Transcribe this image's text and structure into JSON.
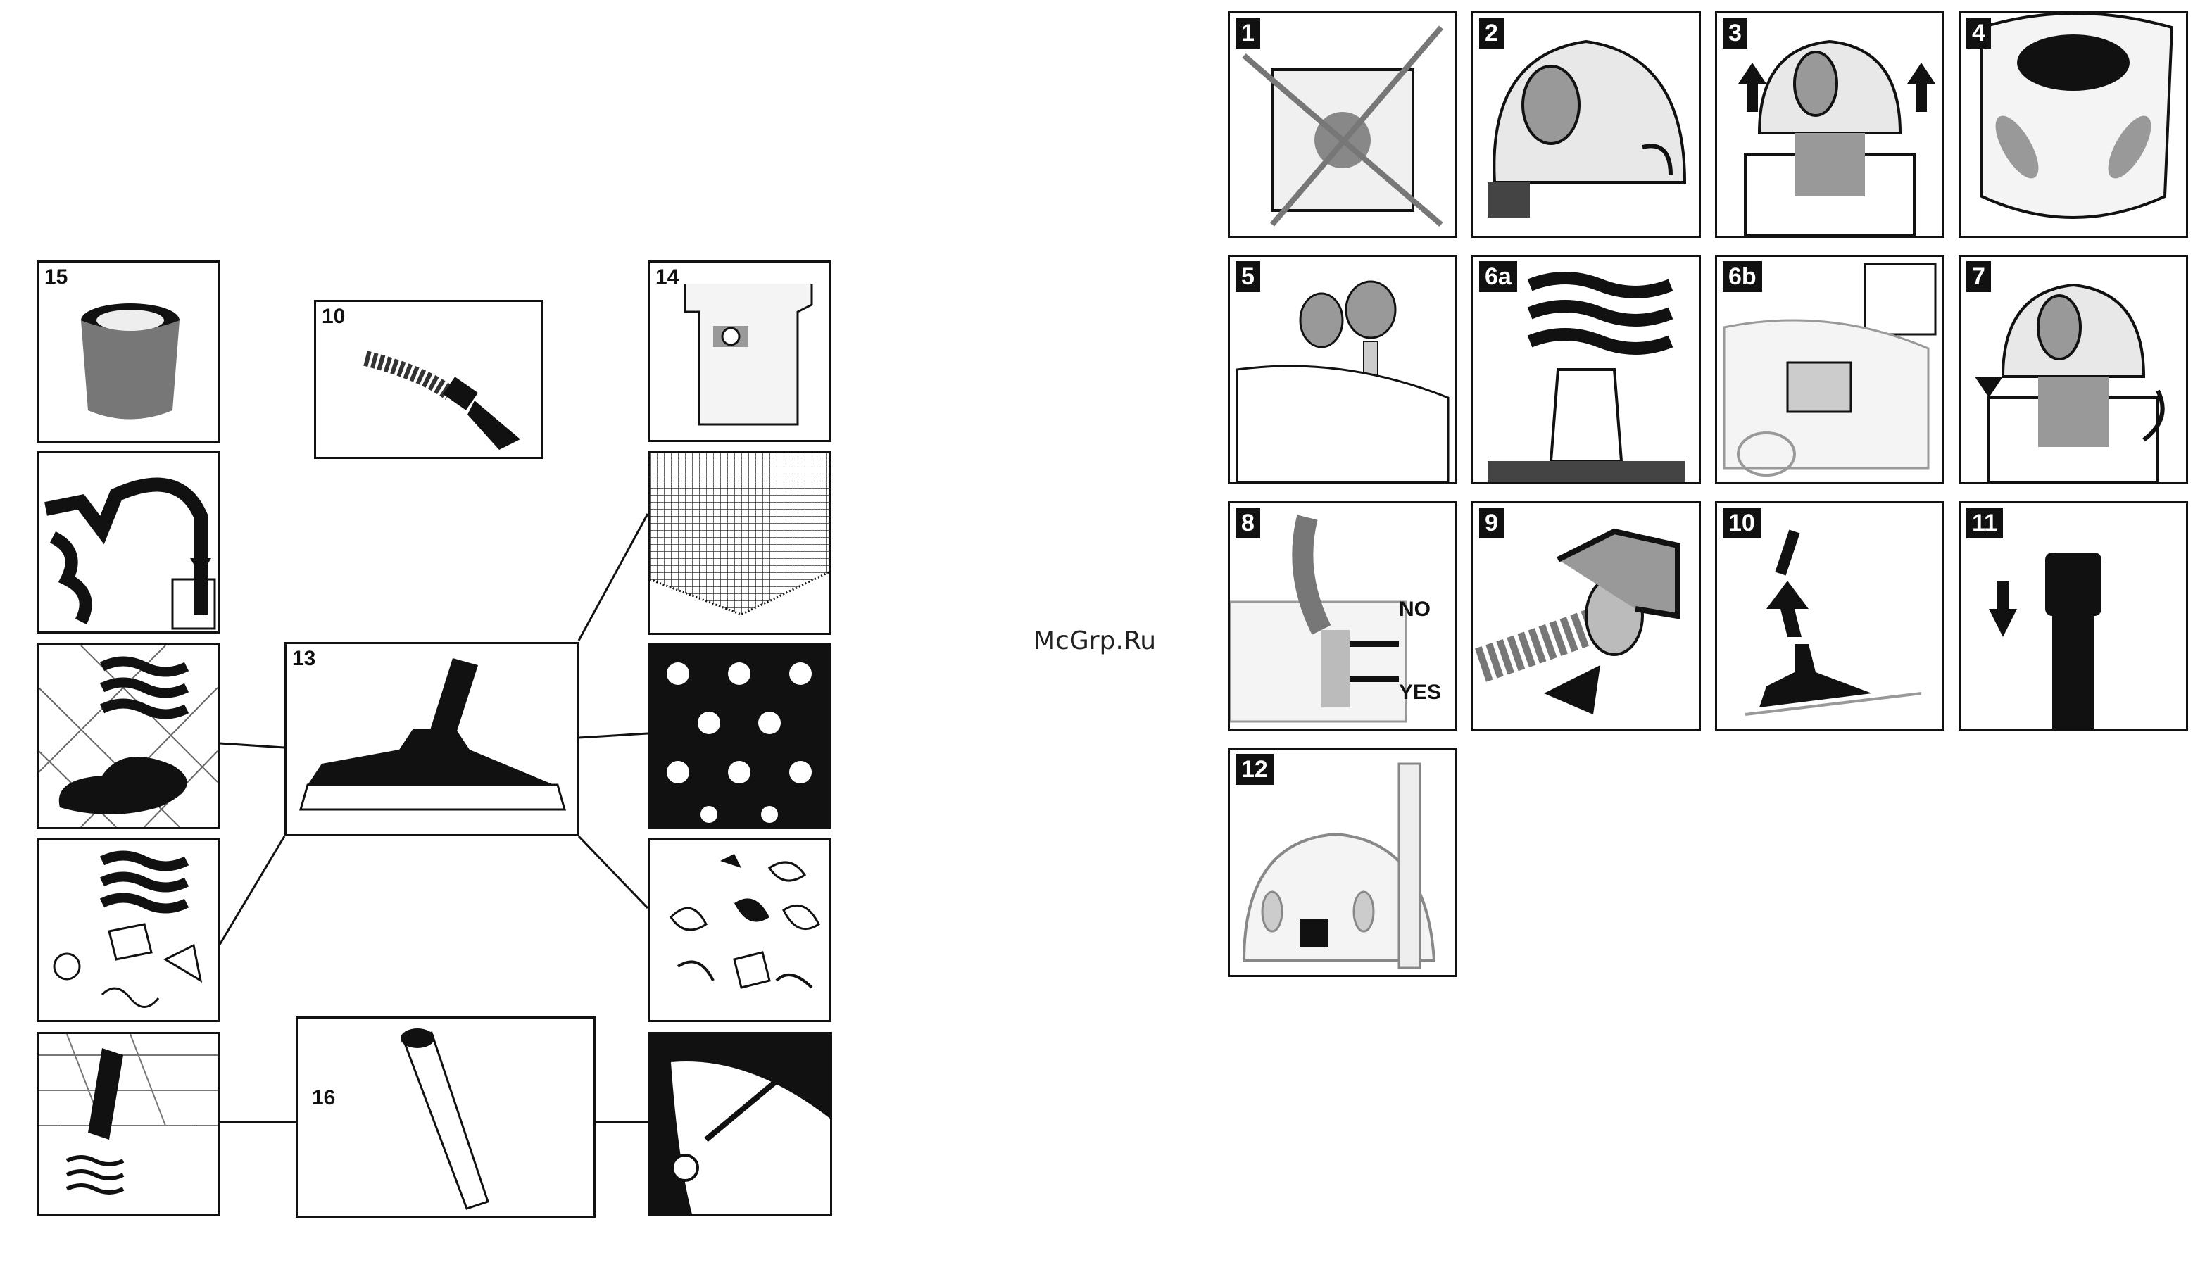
{
  "watermark": "McGrp.Ru",
  "left_page": {
    "figures": [
      {
        "id": "f15",
        "label": "15"
      },
      {
        "id": "f10",
        "label": "10"
      },
      {
        "id": "f14",
        "label": "14"
      },
      {
        "id": "f13",
        "label": "13"
      },
      {
        "id": "f16",
        "label": "16"
      }
    ]
  },
  "right_page": {
    "steps": [
      "1",
      "2",
      "3",
      "4",
      "5",
      "6a",
      "6b",
      "7",
      "8",
      "9",
      "10",
      "11",
      "12"
    ],
    "step8_words": {
      "no": "NO",
      "yes": "YES"
    }
  }
}
